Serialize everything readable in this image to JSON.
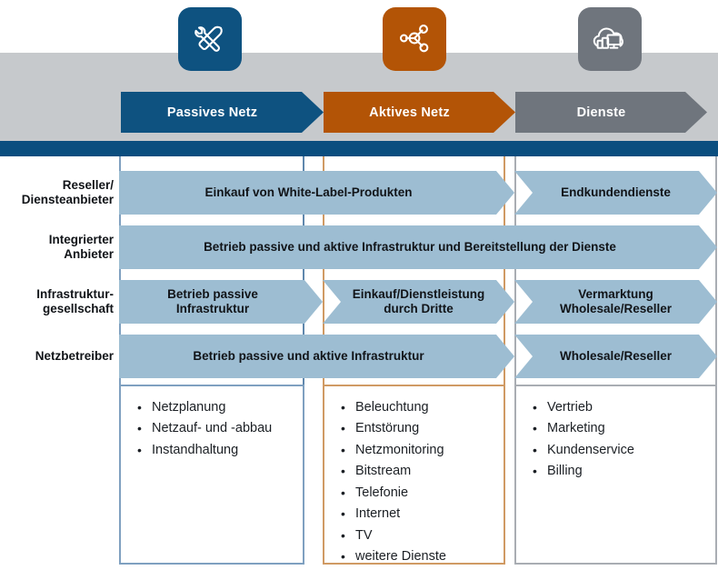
{
  "columns": [
    {
      "key": "passiv",
      "label": "Passives Netz",
      "color": "#0e5280",
      "icon": "tools-icon"
    },
    {
      "key": "aktiv",
      "label": "Aktives Netz",
      "color": "#b35406",
      "icon": "network-nodes-icon"
    },
    {
      "key": "dienste",
      "label": "Dienste",
      "color": "#6f757d",
      "icon": "cloud-devices-icon"
    }
  ],
  "rows": [
    {
      "label_lines": [
        "Reseller/",
        "Diensteanbieter"
      ],
      "cells": [
        {
          "text": "Einkauf von White-Label-Produkten"
        },
        {
          "text": "Endkundendienste"
        }
      ]
    },
    {
      "label_lines": [
        "Integrierter",
        "Anbieter"
      ],
      "cells": [
        {
          "text": "Betrieb passive und aktive Infrastruktur und Bereitstellung der Dienste"
        }
      ]
    },
    {
      "label_lines": [
        "Infrastruktur-",
        "gesellschaft"
      ],
      "cells": [
        {
          "lines": [
            "Betrieb passive",
            "Infrastruktur"
          ]
        },
        {
          "lines": [
            "Einkauf/Dienstleistung",
            "durch Dritte"
          ]
        },
        {
          "lines": [
            "Vermarktung",
            "Wholesale/Reseller"
          ]
        }
      ]
    },
    {
      "label_lines": [
        "Netzbetreiber"
      ],
      "cells": [
        {
          "text": "Betrieb passive und aktive Infrastruktur"
        },
        {
          "text": "Wholesale/Reseller"
        }
      ]
    }
  ],
  "bullet_lists": {
    "passiv": [
      "Netzplanung",
      "Netzauf- und -abbau",
      "Instandhaltung"
    ],
    "aktiv": [
      "Beleuchtung",
      "Entstörung",
      "Netzmonitoring",
      "Bitstream",
      "Telefonie",
      "Internet",
      "TV",
      "weitere Dienste"
    ],
    "dienste": [
      "Vertrieb",
      "Marketing",
      "Kundenservice",
      "Billing"
    ]
  },
  "palette": {
    "blue": "#0e5280",
    "orange": "#b35406",
    "gray": "#6f757d",
    "bar_fill": "#9dbdd2",
    "band": "#c6c9cc",
    "rule": "#0a4e7f"
  }
}
